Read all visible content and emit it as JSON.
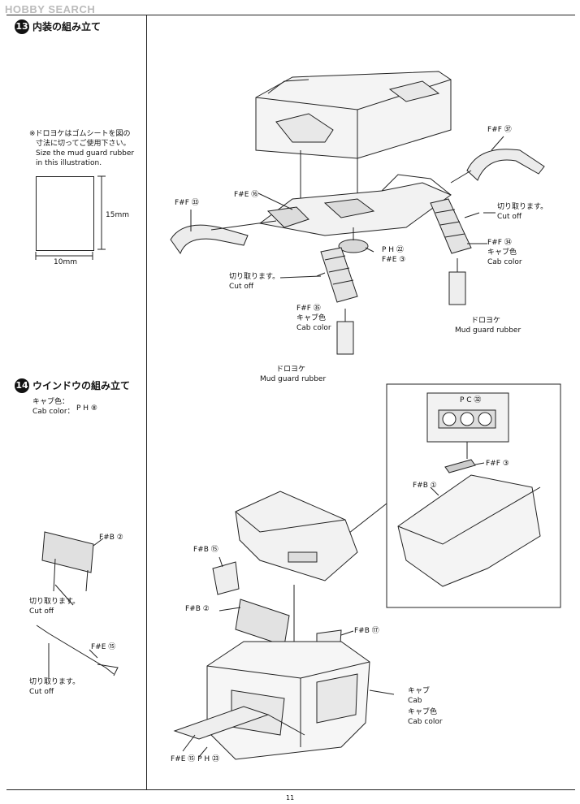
{
  "watermark": {
    "text": "HOBBY SEARCH"
  },
  "page_number": "11",
  "step13": {
    "number": "13",
    "title": "内装の組み立て",
    "note_jp_1": "※ドロヨケはゴムシートを図の",
    "note_jp_2": "寸法に切ってご使用下さい。",
    "note_en_1": "Size the mud guard rubber",
    "note_en_2": "in this illustration.",
    "dim_height": "15mm",
    "dim_width": "10mm",
    "labels": {
      "ff37": "F#F ㊲",
      "fe16": "F#E ⑯",
      "ff33": "F#F ㉝",
      "ph22": "P H ㉒",
      "fe3": "F#E ③",
      "ff34": "F#F ㉞",
      "cab_color_jp": "キャブ色",
      "cab_color_en": "Cab color",
      "cut_off_jp": "切り取ります。",
      "cut_off_en": "Cut off",
      "ff35": "F#F ㉟",
      "mud_jp": "ドロヨケ",
      "mud_en": "Mud guard rubber"
    }
  },
  "step14": {
    "number": "14",
    "title": "ウインドウの組み立て",
    "cab_color_jp": "キャブ色：",
    "cab_color_en": "Cab color：",
    "cab_color_part": "P H ⑧",
    "labels": {
      "fb2": "F#B ②",
      "cut_off_jp": "切り取ります。",
      "cut_off_en": "Cut off",
      "fe15": "F#E ⑮",
      "fb15": "F#B ⑮",
      "fb2b": "F#B ②",
      "fb17": "F#B ⑰",
      "fe15_ph23": "F#E ⑮  P H ㉓",
      "cab_jp": "キャブ",
      "cab_en": "Cab",
      "cab_color_jp": "キャブ色",
      "cab_color_en": "Cab color",
      "pc32": "P C ㉜",
      "ff3": "F#F ③",
      "fb1": "F#B ①"
    }
  }
}
